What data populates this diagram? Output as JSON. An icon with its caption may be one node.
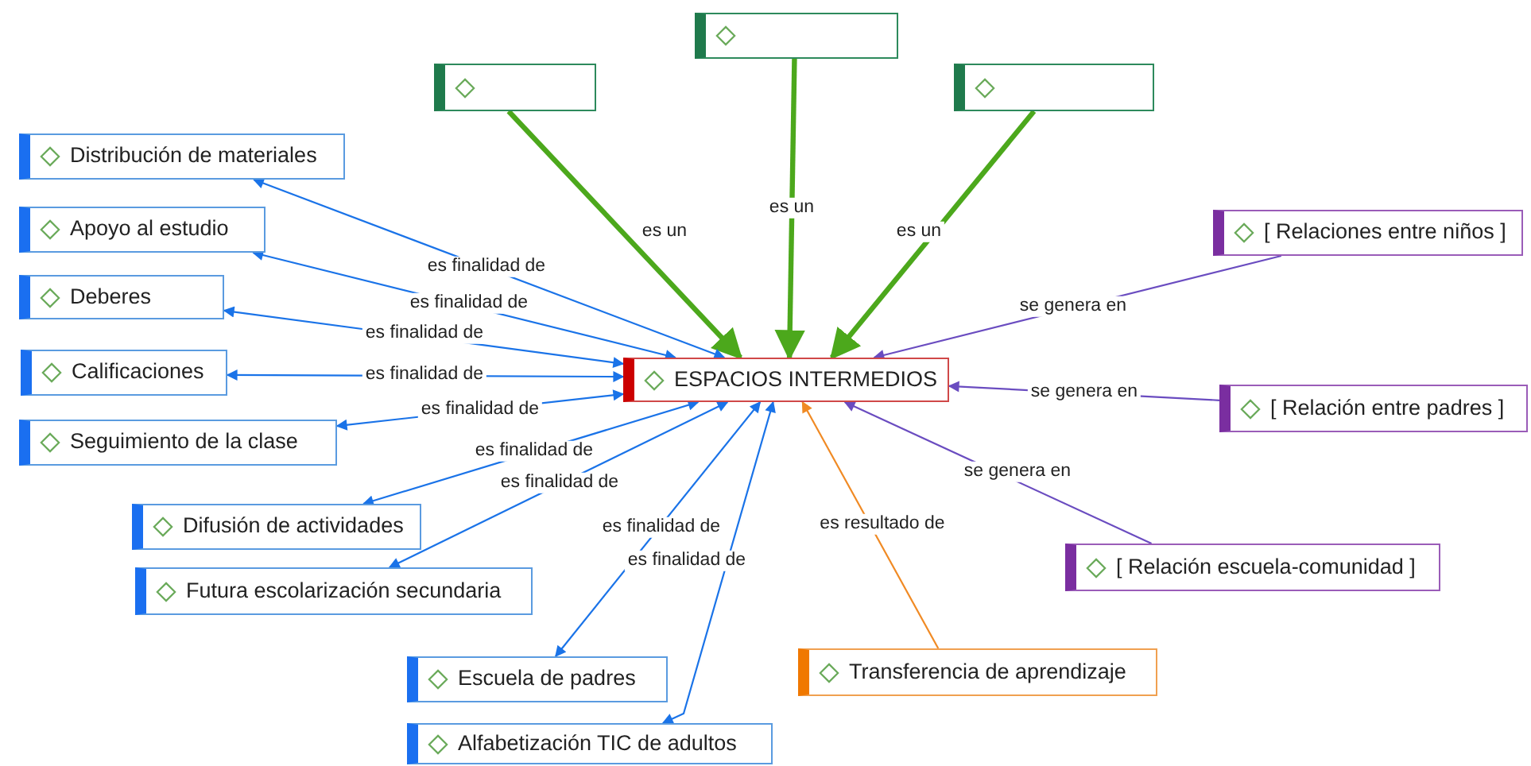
{
  "diagram": {
    "nodes": [
      {
        "text": [],
        "shape": "box"
      },
      {
        "text": [],
        "shape": "box"
      },
      {
        "text": [],
        "shape": "box"
      },
      {
        "text": [
          "Distribución de materiales"
        ]
      },
      {
        "text": [
          "Apoyo al estudio"
        ]
      },
      {
        "text": [
          "[ Relaciones entre niños ]"
        ]
      },
      {
        "text": [
          "Deberes"
        ]
      },
      {
        "text": [
          "Calificaciones"
        ]
      },
      {
        "text": [
          "ESPACIOS INTERMEDIOS"
        ]
      },
      {
        "text": [
          "[ Relación entre padres ]"
        ]
      },
      {
        "text": [
          "Seguimiento de la clase"
        ]
      },
      {
        "text": [
          "Difusión de actividades"
        ]
      },
      {
        "text": [
          "[ Relación escuela-comunidad ]"
        ]
      },
      {
        "text": [
          "Futura escolarización secundaria"
        ]
      },
      {
        "text": [
          "Transferencia de aprendizaje"
        ]
      },
      {
        "text": [
          "Escuela de padres"
        ]
      },
      {
        "text": [
          "Alfabetización TIC de adultos"
        ]
      }
    ],
    "edges": [
      {
        "from": 1,
        "to": 8,
        "arrow": "to",
        "label": "es un",
        "style": "thick",
        "color": "#4ca81c"
      },
      {
        "from": 0,
        "to": 8,
        "arrow": "to",
        "label": "es un",
        "style": "thick",
        "color": "#4ca81c"
      },
      {
        "from": 2,
        "to": 8,
        "arrow": "to",
        "label": "es un",
        "style": "thick",
        "color": "#4ca81c"
      },
      {
        "from": 8,
        "to": 3,
        "arrow": "both",
        "label": "es finalidad de"
      },
      {
        "from": 8,
        "to": 4,
        "arrow": "both",
        "label": "es finalidad de"
      },
      {
        "from": 8,
        "to": 6,
        "arrow": "both",
        "label": "es finalidad de"
      },
      {
        "from": 8,
        "to": 7,
        "arrow": "both",
        "label": "es finalidad de"
      },
      {
        "from": 8,
        "to": 10,
        "arrow": "both",
        "label": "es finalidad de"
      },
      {
        "from": 8,
        "to": 11,
        "arrow": "both",
        "label": "es finalidad de"
      },
      {
        "from": 8,
        "to": 13,
        "arrow": "both",
        "label": "es finalidad de"
      },
      {
        "from": 8,
        "to": 15,
        "arrow": "both",
        "label": "es finalidad de"
      },
      {
        "from": 8,
        "to": 16,
        "arrow": "both",
        "label": "es finalidad de"
      },
      {
        "from": 5,
        "to": 8,
        "arrow": "to",
        "label": "se genera en",
        "color": "#6a4cc0"
      },
      {
        "from": 9,
        "to": 8,
        "arrow": "to",
        "label": "se genera en",
        "color": "#6a4cc0"
      },
      {
        "from": 12,
        "to": 8,
        "arrow": "to",
        "label": "se genera en",
        "color": "#6a4cc0"
      },
      {
        "from": 14,
        "to": 8,
        "arrow": "to",
        "label": "es resultado de",
        "color": "#f08a24"
      }
    ]
  }
}
